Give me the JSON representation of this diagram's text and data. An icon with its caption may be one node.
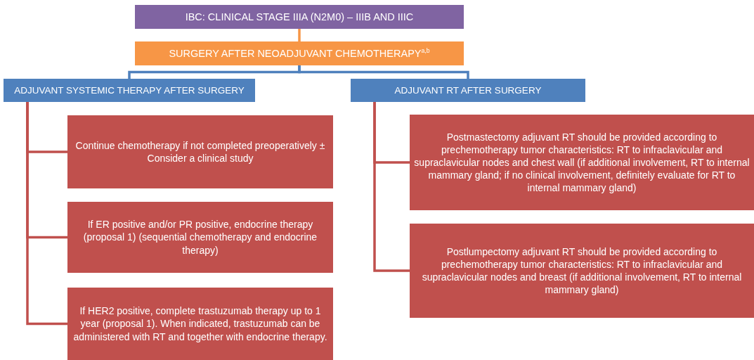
{
  "diagram": {
    "nodes": [
      {
        "text": [
          "IBC: CLINICAL STAGE IIIA (N2M0) – IIIB AND IIIC"
        ]
      },
      {
        "text": [
          "SURGERY AFTER NEOADJUVANT CHEMOTHERAPY$^{a,b}$"
        ]
      },
      {
        "text": [
          "ADJUVANT SYSTEMIC THERAPY AFTER SURGERY"
        ]
      },
      {
        "text": [
          "ADJUVANT RT AFTER SURGERY"
        ]
      },
      {
        "text": [
          "Continue chemotherapy if not completed preoperatively ± Consider a clinical study"
        ]
      },
      {
        "text": [
          "If ER positive and/or PR positive, endocrine therapy (proposal 1) (sequential chemotherapy and endocrine therapy)"
        ]
      },
      {
        "text": [
          "If HER2 positive, complete trastuzumab therapy up to 1 year (proposal 1). When indicated, trastuzumab can be administered with RT and together with endocrine therapy."
        ]
      },
      {
        "text": [
          "Postmastectomy adjuvant RT should be provided according to prechemotherapy tumor characteristics: RT to infraclavicular and supraclavicular nodes and chest wall (if additional involvement, RT to internal mammary gland; if no clinical involvement, definitely evaluate for RT to internal mammary gland)"
        ]
      },
      {
        "text": [
          "Postlumpectomy adjuvant RT should be provided according to prechemotherapy tumor characteristics: RT to infraclavicular and supraclavicular nodes and breast (if additional involvement, RT to internal mammary gland)"
        ]
      }
    ],
    "edges": [
      {
        "from": 0,
        "to": 1,
        "arrow": "none",
        "color": "#f79646"
      },
      {
        "from": 1,
        "to": 2,
        "arrow": "none",
        "color": "#4f81bd"
      },
      {
        "from": 1,
        "to": 3,
        "arrow": "none",
        "color": "#4f81bd"
      },
      {
        "from": 2,
        "to": 4,
        "arrow": "none"
      },
      {
        "from": 2,
        "to": 5,
        "arrow": "none"
      },
      {
        "from": 2,
        "to": 6,
        "arrow": "none"
      },
      {
        "from": 3,
        "to": 7,
        "arrow": "none"
      },
      {
        "from": 3,
        "to": 8,
        "arrow": "none"
      }
    ]
  }
}
